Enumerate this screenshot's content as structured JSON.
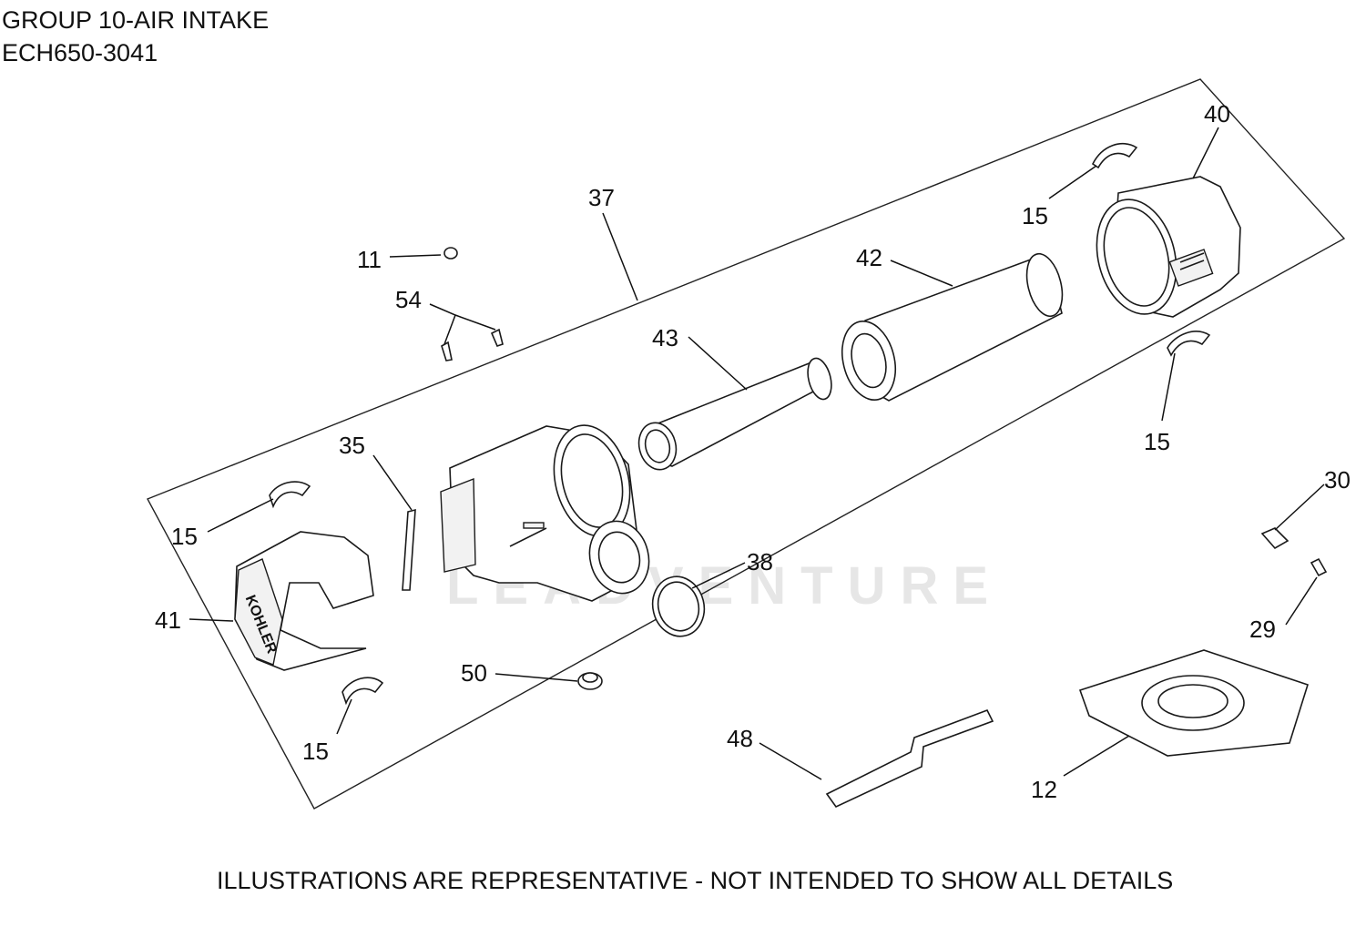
{
  "header": {
    "title": "GROUP 10-AIR INTAKE",
    "model": "ECH650-3041"
  },
  "footer": {
    "disclaimer": "ILLUSTRATIONS ARE REPRESENTATIVE - NOT INTENDED TO SHOW ALL DETAILS"
  },
  "watermark": "LEADVENTURE",
  "callouts": {
    "c40": "40",
    "c37": "37",
    "c15_top": "15",
    "c11": "11",
    "c42": "42",
    "c54": "54",
    "c43": "43",
    "c15_right": "15",
    "c35": "35",
    "c30": "30",
    "c15_left": "15",
    "c38": "38",
    "c41": "41",
    "c29": "29",
    "c50": "50",
    "c15_bottom": "15",
    "c48": "48",
    "c12": "12"
  },
  "logo_text": "KOHLER"
}
